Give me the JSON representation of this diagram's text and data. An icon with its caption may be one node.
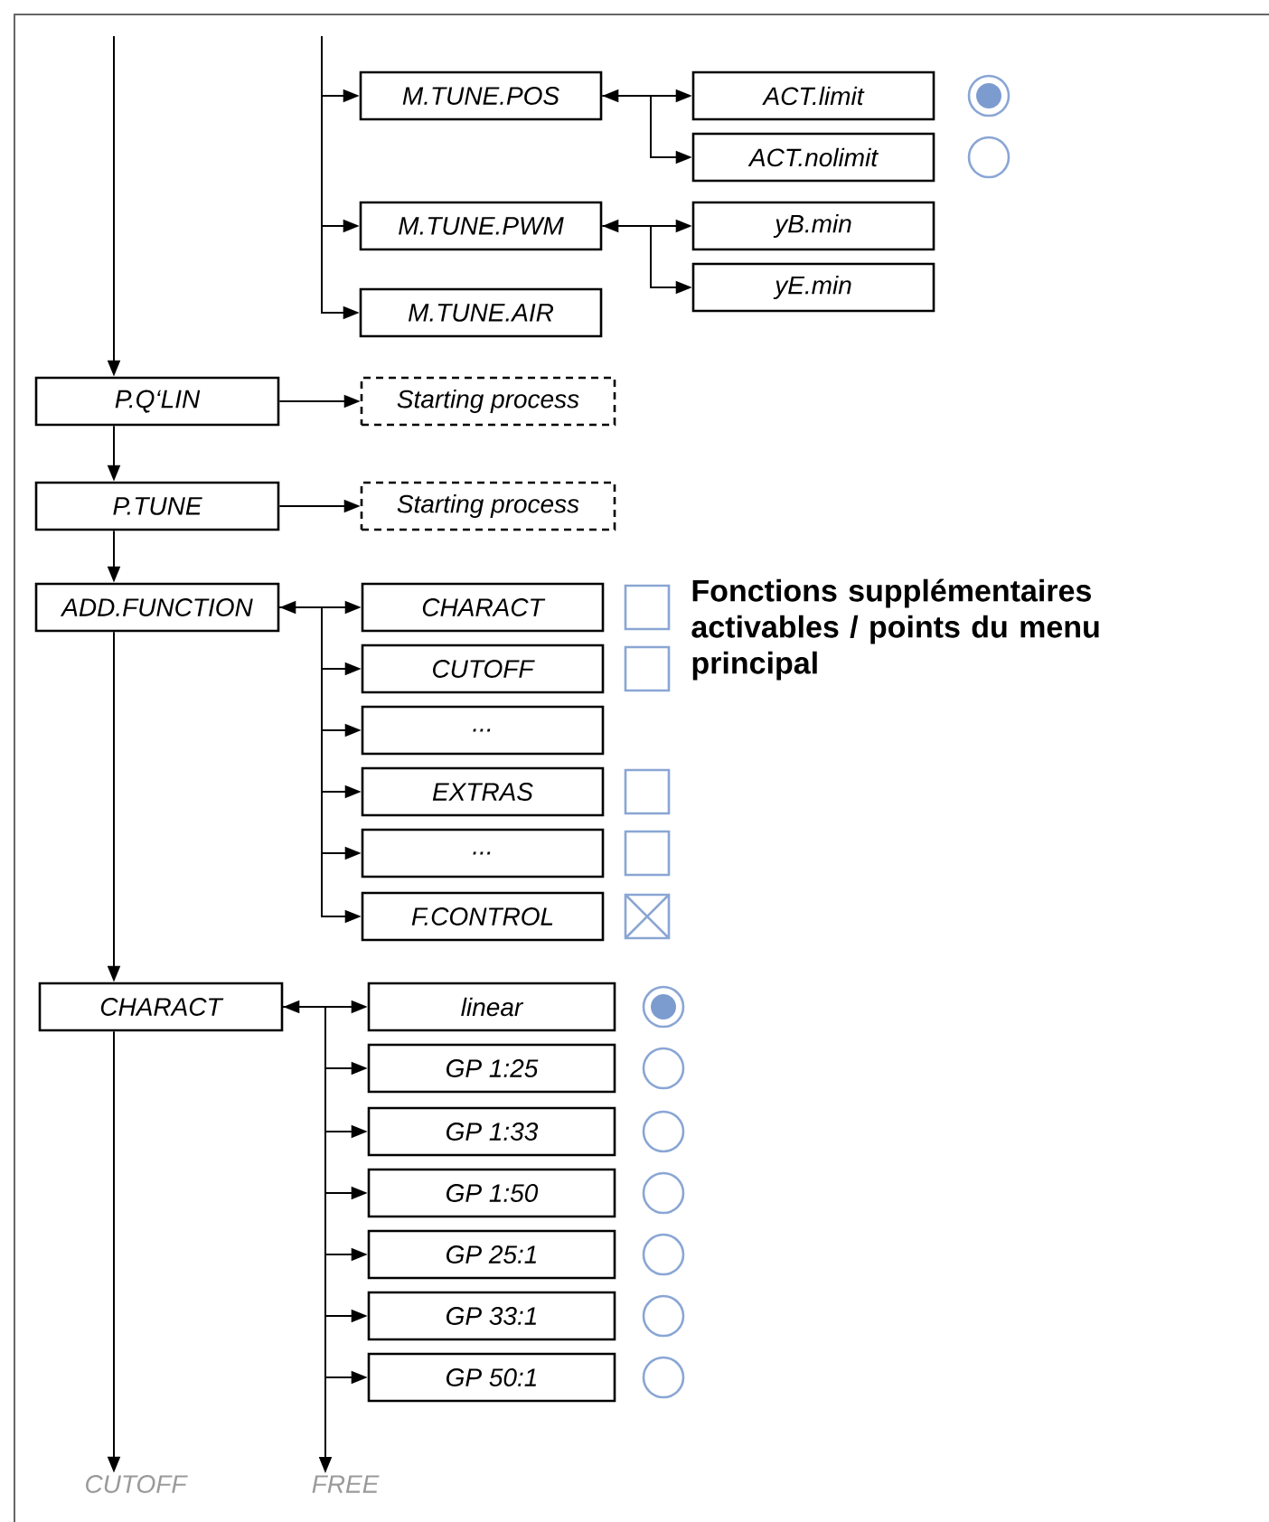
{
  "diagram": {
    "nodes": [
      {
        "text": [
          "M.TUNE.POS"
        ]
      },
      {
        "text": [
          "ACT.limit"
        ]
      },
      {
        "text": [
          "ACT.nolimit"
        ]
      },
      {
        "text": [
          "M.TUNE.PWM"
        ]
      },
      {
        "text": [
          "yB.min"
        ]
      },
      {
        "text": [
          "yE.min"
        ]
      },
      {
        "text": [
          "M.TUNE.AIR"
        ]
      },
      {
        "text": [
          "P.Q‘LIN"
        ]
      },
      {
        "text": [
          "Starting process"
        ]
      },
      {
        "text": [
          "P.TUNE"
        ]
      },
      {
        "text": [
          "Starting process"
        ]
      },
      {
        "text": [
          "ADD.FUNCTION"
        ]
      },
      {
        "text": [
          "CHARACT"
        ]
      },
      {
        "text": [
          "CUTOFF"
        ]
      },
      {
        "text": [
          "..."
        ]
      },
      {
        "text": [
          "EXTRAS"
        ]
      },
      {
        "text": [
          "..."
        ]
      },
      {
        "text": [
          "F.CONTROL"
        ]
      },
      {
        "text": [
          "CHARACT"
        ]
      },
      {
        "text": [
          "linear"
        ]
      },
      {
        "text": [
          "GP 1:25"
        ]
      },
      {
        "text": [
          "GP 1:33"
        ]
      },
      {
        "text": [
          "GP 1:50"
        ]
      },
      {
        "text": [
          "GP 25:1"
        ]
      },
      {
        "text": [
          "GP 33:1"
        ]
      },
      {
        "text": [
          "GP 50:1"
        ]
      },
      {
        "text": [
          "CUTOFF"
        ]
      },
      {
        "text": [
          "FREE"
        ]
      }
    ],
    "edges": [
      {
        "from": null,
        "to": 0,
        "arrow": "to"
      },
      {
        "from": null,
        "to": 3,
        "arrow": "to"
      },
      {
        "from": null,
        "to": 6,
        "arrow": "to"
      },
      {
        "from": 0,
        "to": 1,
        "arrow": "both"
      },
      {
        "from": 0,
        "to": 2,
        "arrow": "to"
      },
      {
        "from": 3,
        "to": 4,
        "arrow": "both"
      },
      {
        "from": 3,
        "to": 5,
        "arrow": "to"
      },
      {
        "from": null,
        "to": 7,
        "arrow": "to"
      },
      {
        "from": 7,
        "to": 8,
        "arrow": "to"
      },
      {
        "from": 7,
        "to": 9,
        "arrow": "to"
      },
      {
        "from": 9,
        "to": 10,
        "arrow": "to"
      },
      {
        "from": 9,
        "to": 11,
        "arrow": "to"
      },
      {
        "from": 11,
        "to": 12,
        "arrow": "both"
      },
      {
        "from": 11,
        "to": 13,
        "arrow": "to"
      },
      {
        "from": 11,
        "to": 14,
        "arrow": "to"
      },
      {
        "from": 11,
        "to": 15,
        "arrow": "to"
      },
      {
        "from": 11,
        "to": 16,
        "arrow": "to"
      },
      {
        "from": 11,
        "to": 17,
        "arrow": "to"
      },
      {
        "from": 11,
        "to": 18,
        "arrow": "to"
      },
      {
        "from": 18,
        "to": 19,
        "arrow": "both"
      },
      {
        "from": 18,
        "to": 20,
        "arrow": "to"
      },
      {
        "from": 18,
        "to": 21,
        "arrow": "to"
      },
      {
        "from": 18,
        "to": 22,
        "arrow": "to"
      },
      {
        "from": 18,
        "to": 23,
        "arrow": "to"
      },
      {
        "from": 18,
        "to": 24,
        "arrow": "to"
      },
      {
        "from": 18,
        "to": 25,
        "arrow": "to"
      },
      {
        "from": 18,
        "to": 26,
        "arrow": "to"
      },
      {
        "from": 18,
        "to": 27,
        "arrow": "to"
      }
    ],
    "labels": [
      "Fonctions supplémentaires activables / points du menu principal"
    ]
  }
}
